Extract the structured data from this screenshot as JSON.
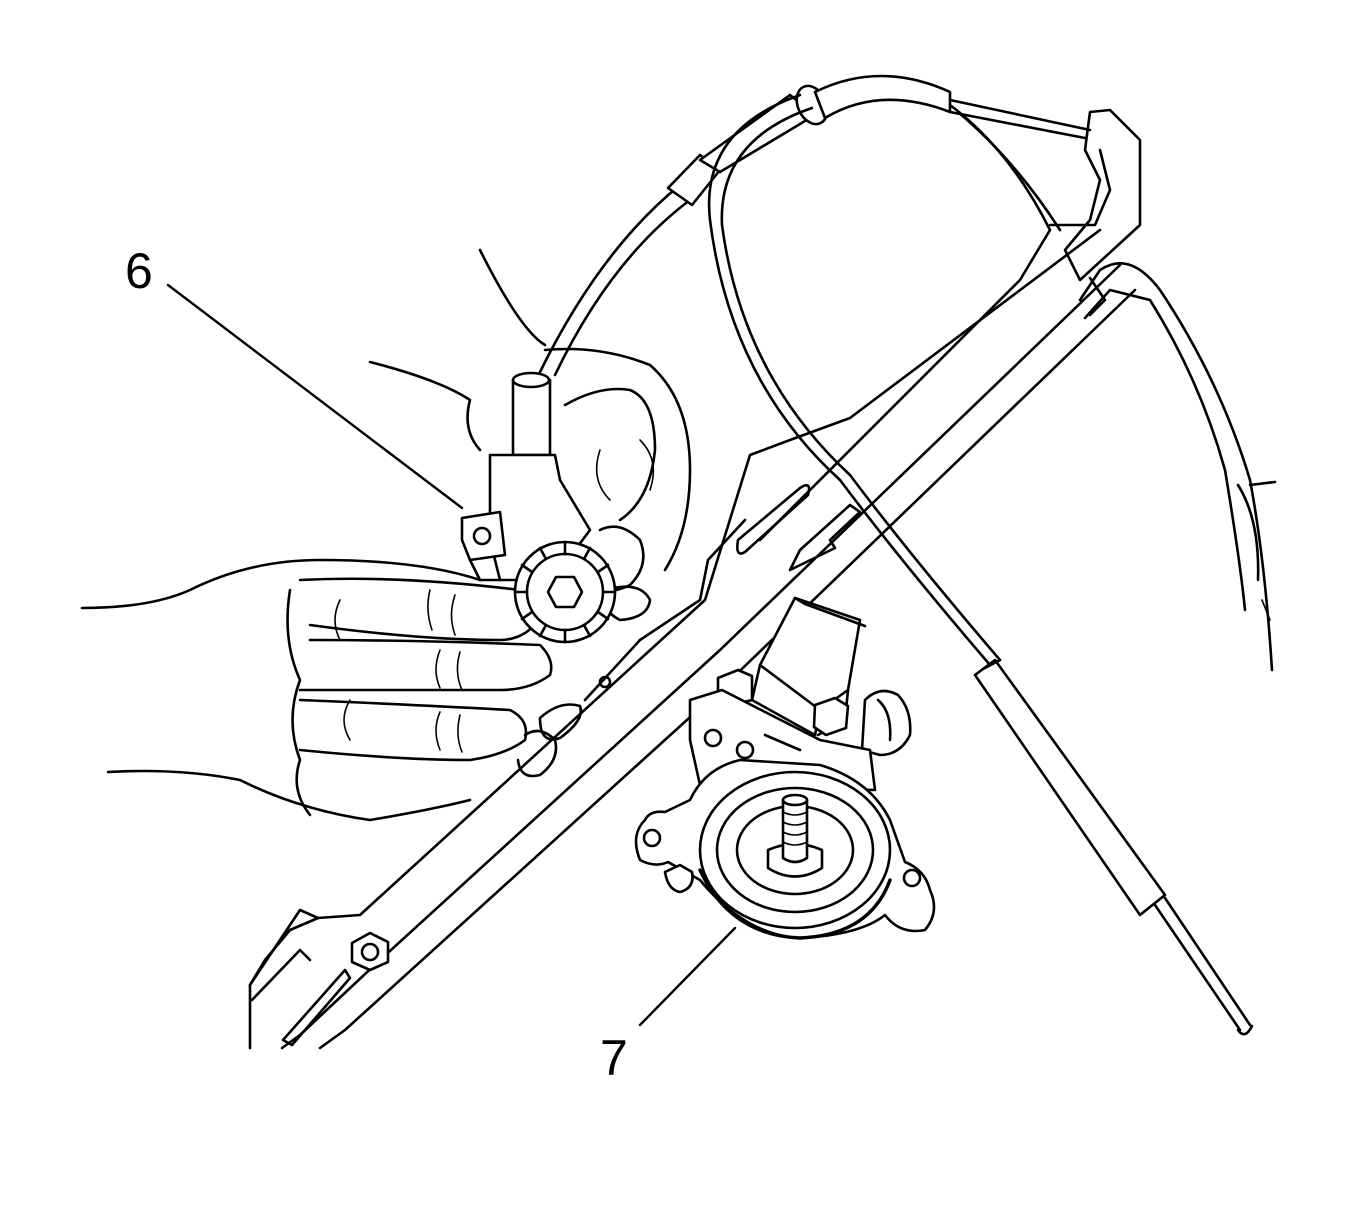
{
  "callouts": [
    {
      "id": "6",
      "label": "6"
    },
    {
      "id": "7",
      "label": "7"
    }
  ],
  "colors": {
    "line": "#000000",
    "background": "#ffffff"
  }
}
